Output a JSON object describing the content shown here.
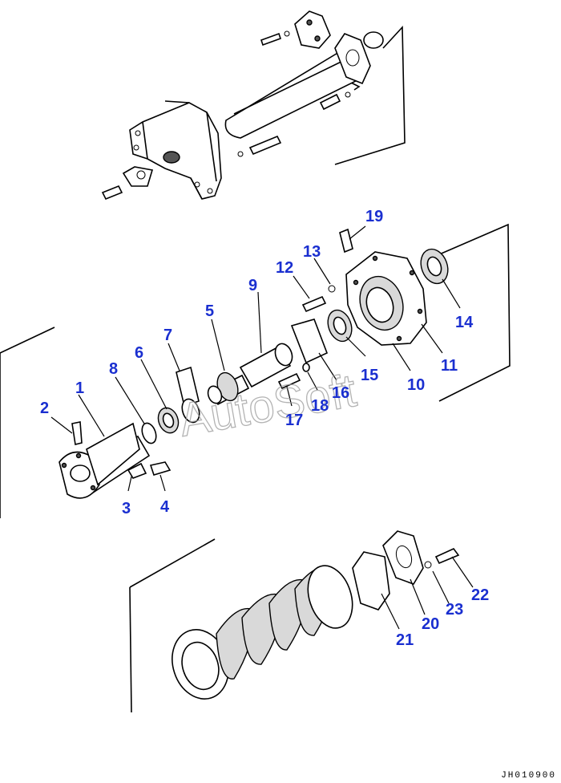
{
  "watermark": "AutoSoft",
  "drawing_code": "JH010900",
  "callouts": [
    {
      "id": "1",
      "label": "1"
    },
    {
      "id": "2",
      "label": "2"
    },
    {
      "id": "3",
      "label": "3"
    },
    {
      "id": "4",
      "label": "4"
    },
    {
      "id": "5",
      "label": "5"
    },
    {
      "id": "6",
      "label": "6"
    },
    {
      "id": "7",
      "label": "7"
    },
    {
      "id": "8",
      "label": "8"
    },
    {
      "id": "9",
      "label": "9"
    },
    {
      "id": "10",
      "label": "10"
    },
    {
      "id": "11",
      "label": "11"
    },
    {
      "id": "12",
      "label": "12"
    },
    {
      "id": "13",
      "label": "13"
    },
    {
      "id": "14",
      "label": "14"
    },
    {
      "id": "15",
      "label": "15"
    },
    {
      "id": "16",
      "label": "16"
    },
    {
      "id": "17",
      "label": "17"
    },
    {
      "id": "18",
      "label": "18"
    },
    {
      "id": "19",
      "label": "19"
    },
    {
      "id": "20",
      "label": "20"
    },
    {
      "id": "21",
      "label": "21"
    },
    {
      "id": "22",
      "label": "22"
    },
    {
      "id": "23",
      "label": "23"
    }
  ],
  "colors": {
    "callout": "#1a2fd0",
    "line": "#000000",
    "background": "#ffffff"
  }
}
